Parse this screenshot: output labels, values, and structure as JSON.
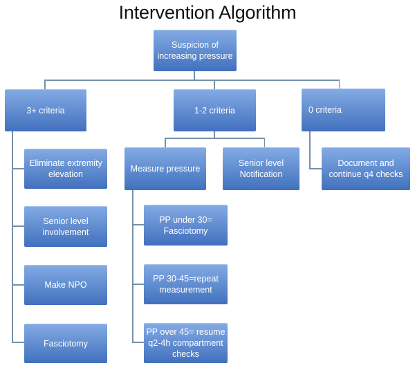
{
  "title": "Intervention Algorithm",
  "colors": {
    "background": "#ffffff",
    "title-text": "#111111",
    "text": "#ffffff",
    "box-top": "#84abe4",
    "box-bottom": "#4170bd",
    "line": "#7590a9"
  },
  "diagram": {
    "type": "flowchart",
    "nodes": {
      "suspicion": {
        "label": "Suspicion of\nincreasing pressure"
      },
      "criteria3plus": {
        "label": "3+ criteria"
      },
      "criteria12": {
        "label": "1-2 criteria"
      },
      "criteria0": {
        "label": "0 criteria"
      },
      "eliminate": {
        "label": "Eliminate extremity\nelevation"
      },
      "seniorInvolvement": {
        "label": "Senior level\ninvolvement"
      },
      "makeNpo": {
        "label": "Make NPO"
      },
      "fasciotomy": {
        "label": "Fasciotomy"
      },
      "measure": {
        "label": "Measure pressure"
      },
      "seniorNotification": {
        "label": "Senior level\nNotification"
      },
      "documentContinue": {
        "label": "Document and\ncontinue q4 checks"
      },
      "ppUnder30": {
        "label": "PP under 30=\nFasciotomy"
      },
      "pp3045": {
        "label": "PP 30-45=repeat\nmeasurement"
      },
      "ppOver45": {
        "label": "PP over 45= resume\nq2-4h compartment\nchecks"
      }
    },
    "edges": [
      [
        "suspicion",
        "criteria3plus"
      ],
      [
        "suspicion",
        "criteria12"
      ],
      [
        "suspicion",
        "criteria0"
      ],
      [
        "criteria3plus",
        "eliminate"
      ],
      [
        "criteria3plus",
        "seniorInvolvement"
      ],
      [
        "criteria3plus",
        "makeNpo"
      ],
      [
        "criteria3plus",
        "fasciotomy"
      ],
      [
        "criteria12",
        "measure"
      ],
      [
        "criteria12",
        "seniorNotification"
      ],
      [
        "criteria0",
        "documentContinue"
      ],
      [
        "measure",
        "ppUnder30"
      ],
      [
        "measure",
        "pp3045"
      ],
      [
        "measure",
        "ppOver45"
      ]
    ]
  }
}
